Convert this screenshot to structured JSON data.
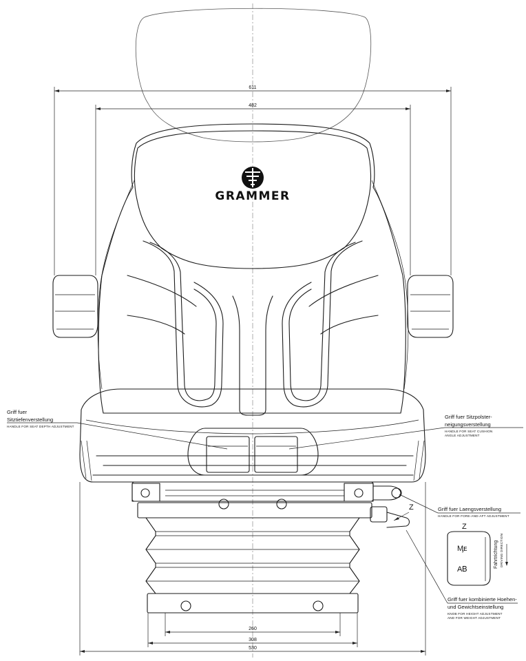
{
  "brand": {
    "name": "GRAMMER"
  },
  "dimensions": {
    "total_width": "611",
    "back_width": "482",
    "rail_inner": "260",
    "rail_outer": "308",
    "base_width": "530"
  },
  "callouts": {
    "depth": {
      "line1": "Griff fuer",
      "line2": "Sitztiefenverstellung",
      "en": "HANDLE FOR SEAT DEPTH ADJUSTMENT"
    },
    "angle": {
      "line1": "Griff fuer Sitzpolster-",
      "line2": "neigungsverstellung",
      "en1": "HANDLE FOR SEAT CUSHION",
      "en2": "ANGLE ADJUSTMENT"
    },
    "fore_aft": {
      "line1": "Griff fuer Laengsverstellung",
      "en": "HANDLE FOR FORE-AND-AFT ADJUSTMENT"
    },
    "height_weight": {
      "line1": "Griff fuer kombinierte Hoehen-",
      "line2": "und Gewichtseinstellung",
      "en1": "KNOB FOR HEIGHT ADJUSTMENT",
      "en2": "AND FOR WEIGHT ADJUSTMENT"
    }
  },
  "detail_z": {
    "marker": "Z",
    "title": "Z",
    "symbol_top": "Ӎᴇ",
    "symbol_bottom": "ΑᏴ",
    "direction_de": "Fahrtrichtung",
    "direction_en": "DRIVING DIRECTION"
  }
}
